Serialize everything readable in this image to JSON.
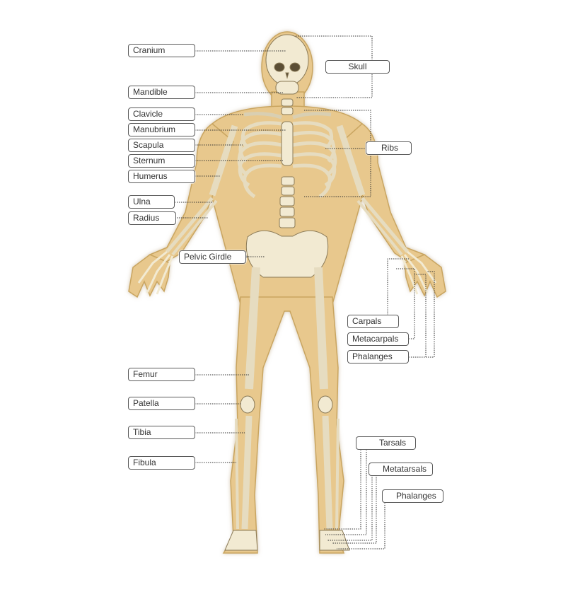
{
  "colors": {
    "background": "#ffffff",
    "body_silhouette": "#e8c88d",
    "body_outline": "#c9a561",
    "bone_fill": "#f2ead2",
    "bone_stroke": "#8a7a57",
    "leader_line": "#333333"
  },
  "labels": {
    "cranium": "Cranium",
    "mandible": "Mandible",
    "clavicle": "Clavicle",
    "manubrium": "Manubrium",
    "scapula": "Scapula",
    "sternum": "Sternum",
    "humerus": "Humerus",
    "ulna": "Ulna",
    "radius": "Radius",
    "pelvic_girdle": "Pelvic Girdle",
    "femur": "Femur",
    "patella": "Patella",
    "tibia": "Tibia",
    "fibula": "Fibula",
    "skull": "Skull",
    "ribs": "Ribs",
    "carpals": "Carpals",
    "metacarpals": "Metacarpals",
    "phalanges_hand": "Phalanges",
    "tarsals": "Tarsals",
    "metatarsals": "Metatarsals",
    "phalanges_foot": "Phalanges"
  }
}
